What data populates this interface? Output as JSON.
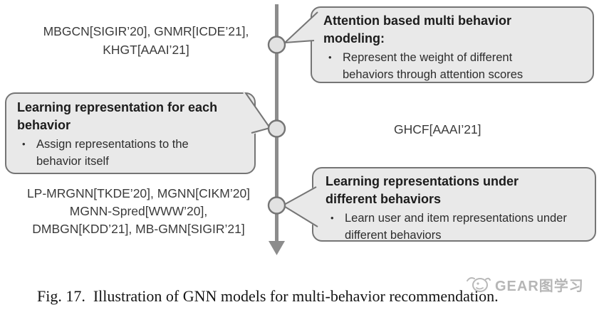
{
  "bullet_glyph": "•",
  "colors": {
    "bubble_fill": "#e9e9e9",
    "bubble_border": "#757575",
    "timeline_line": "#8c8c8c",
    "circle_fill": "#e2e2e2",
    "watermark_gray": "#b6b6b6"
  },
  "model_groups": {
    "top": {
      "lines": [
        "MBGCN[SIGIR’20], GNMR[ICDE’21],",
        "KHGT[AAAI’21]"
      ]
    },
    "middle": {
      "label": "GHCF[AAAI’21]"
    },
    "bottom": {
      "lines": [
        "LP-MRGNN[TKDE’20], MGNN[CIKM’20]",
        "MGNN-Spred[WWW’20],",
        "DMBGN[KDD’21], MB-GMN[SIGIR’21]"
      ]
    }
  },
  "callouts": [
    {
      "title": "Attention based multi behavior modeling:",
      "bullets": [
        "Represent the weight of different behaviors through attention scores"
      ]
    },
    {
      "title": "Learning representation for each behavior",
      "bullets": [
        "Assign representations to the behavior itself"
      ]
    },
    {
      "title": "Learning representations under different behaviors",
      "bullets": [
        "Learn user and item representations under different behaviors"
      ]
    }
  ],
  "caption": "Fig. 17.  Illustration of GNN models for multi-behavior recommendation.",
  "watermark": "GEAR图学习"
}
